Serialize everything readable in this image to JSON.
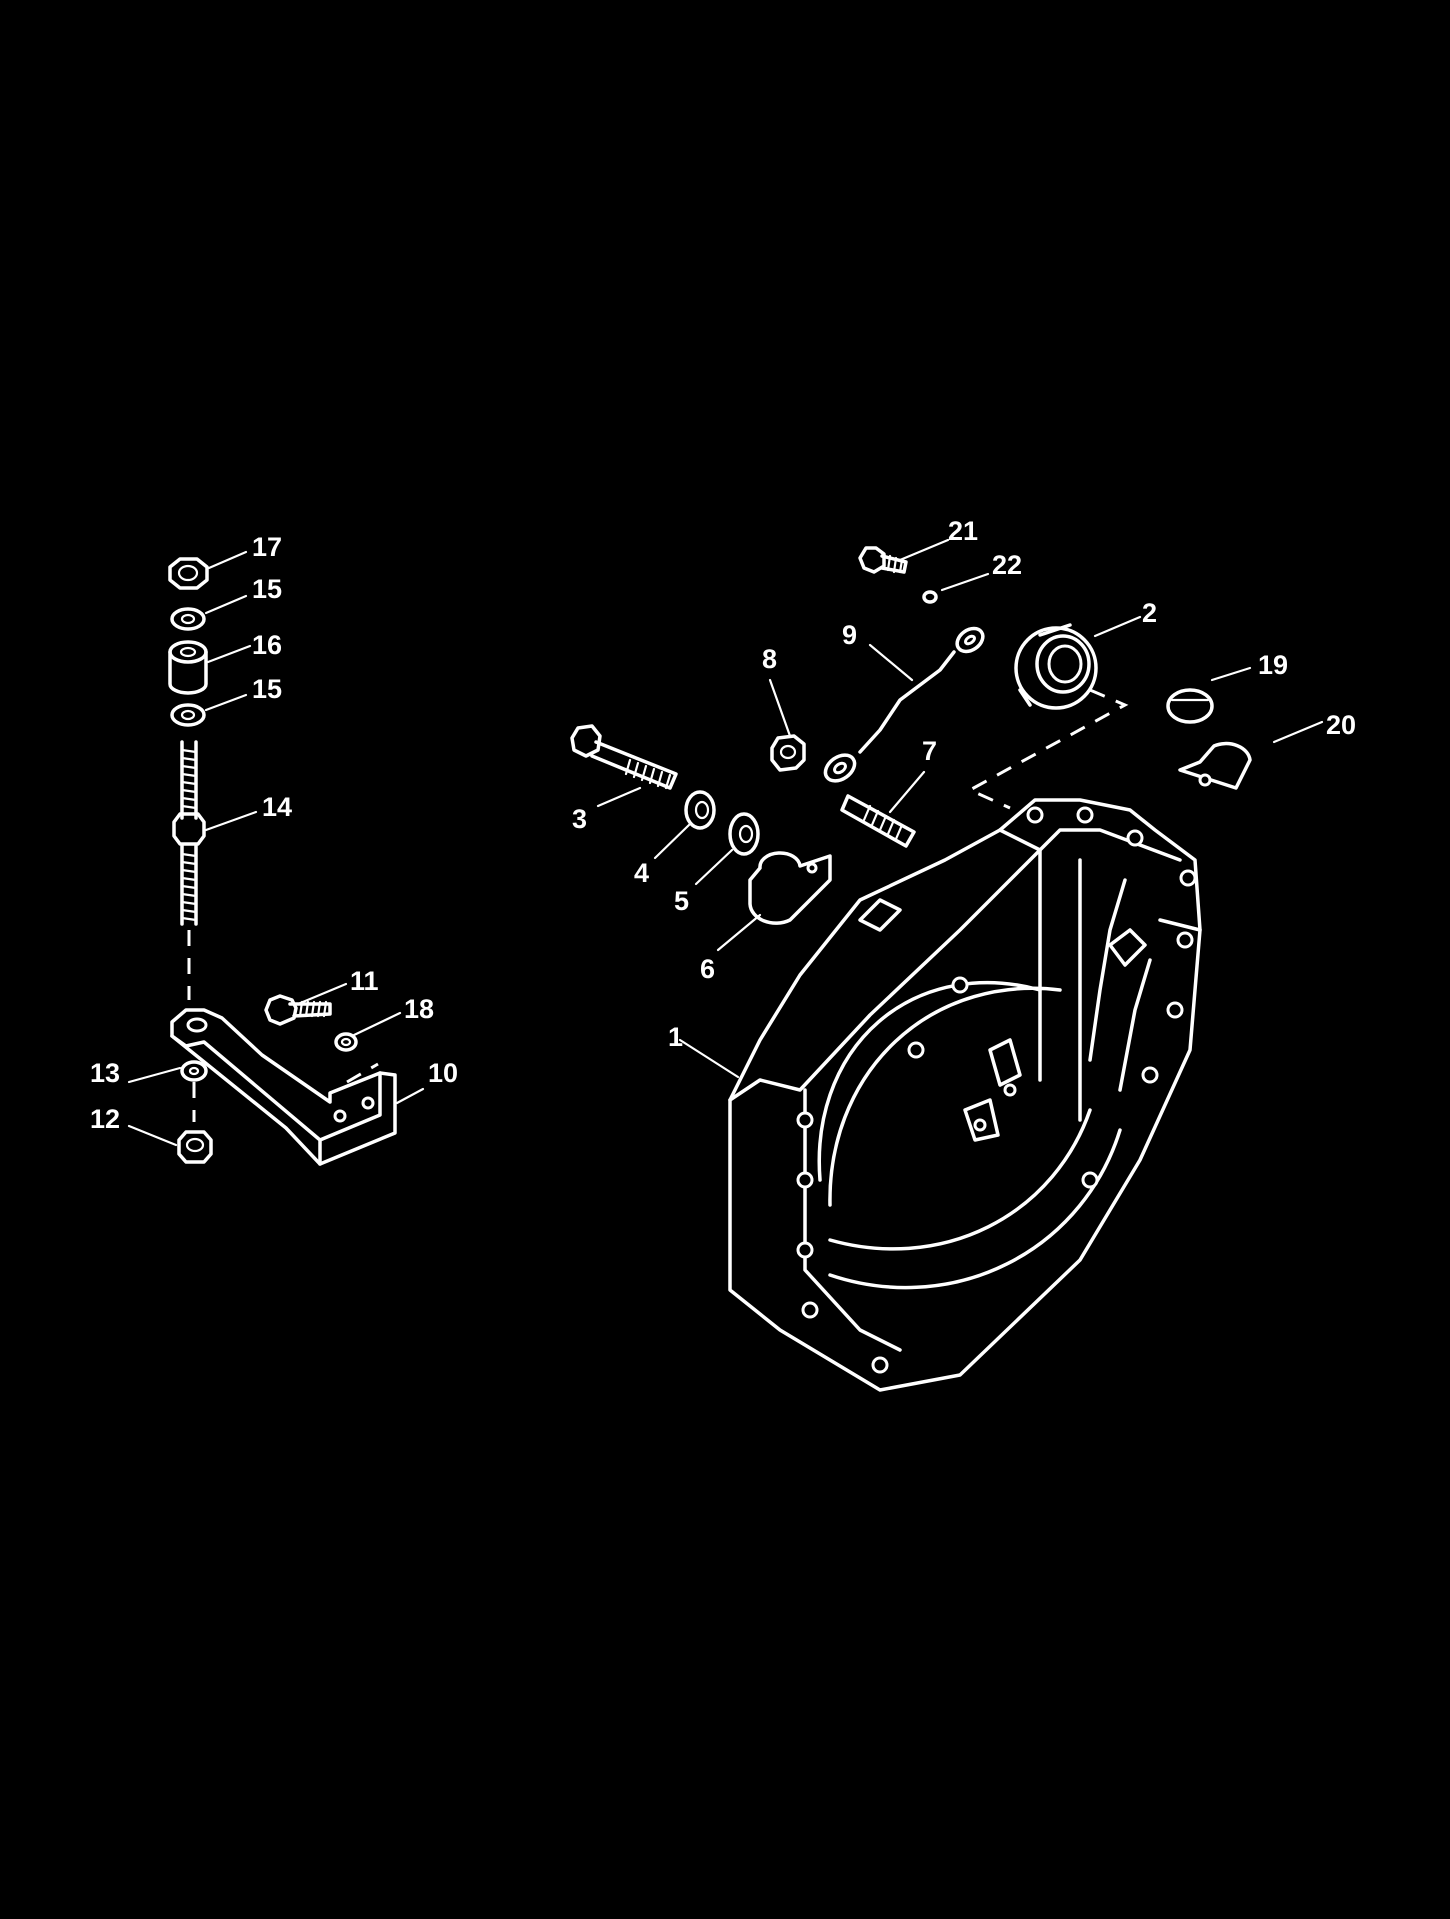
{
  "background_color": "#000000",
  "line_color": "#ffffff",
  "callouts": [
    {
      "id": "c1",
      "text": "1"
    },
    {
      "id": "c2",
      "text": "2"
    },
    {
      "id": "c3",
      "text": "3"
    },
    {
      "id": "c4",
      "text": "4"
    },
    {
      "id": "c5",
      "text": "5"
    },
    {
      "id": "c6",
      "text": "6"
    },
    {
      "id": "c7",
      "text": "7"
    },
    {
      "id": "c8",
      "text": "8"
    },
    {
      "id": "c9",
      "text": "9"
    },
    {
      "id": "c10",
      "text": "10"
    },
    {
      "id": "c11",
      "text": "11"
    },
    {
      "id": "c12",
      "text": "12"
    },
    {
      "id": "c13",
      "text": "13"
    },
    {
      "id": "c14",
      "text": "14"
    },
    {
      "id": "c15a",
      "text": "15"
    },
    {
      "id": "c15b",
      "text": "15"
    },
    {
      "id": "c16",
      "text": "16"
    },
    {
      "id": "c17",
      "text": "17"
    },
    {
      "id": "c18",
      "text": "18"
    },
    {
      "id": "c19",
      "text": "19"
    },
    {
      "id": "c20",
      "text": "20"
    },
    {
      "id": "c21",
      "text": "21"
    },
    {
      "id": "c22",
      "text": "22"
    }
  ]
}
